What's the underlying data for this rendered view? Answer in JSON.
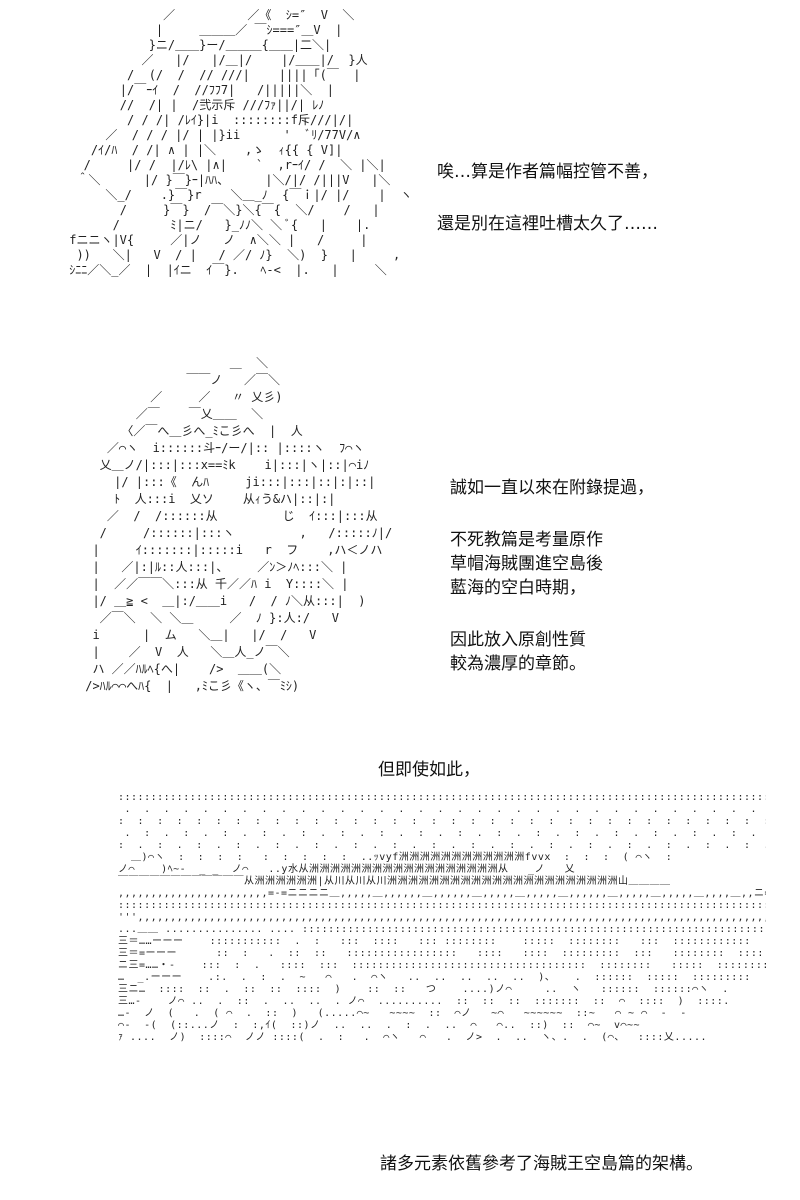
{
  "panel_1": {
    "lines": [
      "唉…算是作者篇幅控管不善，",
      "還是別在這裡吐槽太久了……"
    ]
  },
  "panel_2": {
    "paragraph_1": [
      "誠如一直以來在附錄提過，"
    ],
    "paragraph_2": [
      "不死教篇是考量原作",
      "草帽海賊團進空島後",
      "藍海的空白時期，"
    ],
    "paragraph_3": [
      "因此放入原創性質",
      "較為濃厚的章節。"
    ]
  },
  "panel_3": {
    "caption_top": "但即使如此，",
    "caption_bottom": "諸多元素依舊參考了海賊王空島篇的架構。"
  }
}
